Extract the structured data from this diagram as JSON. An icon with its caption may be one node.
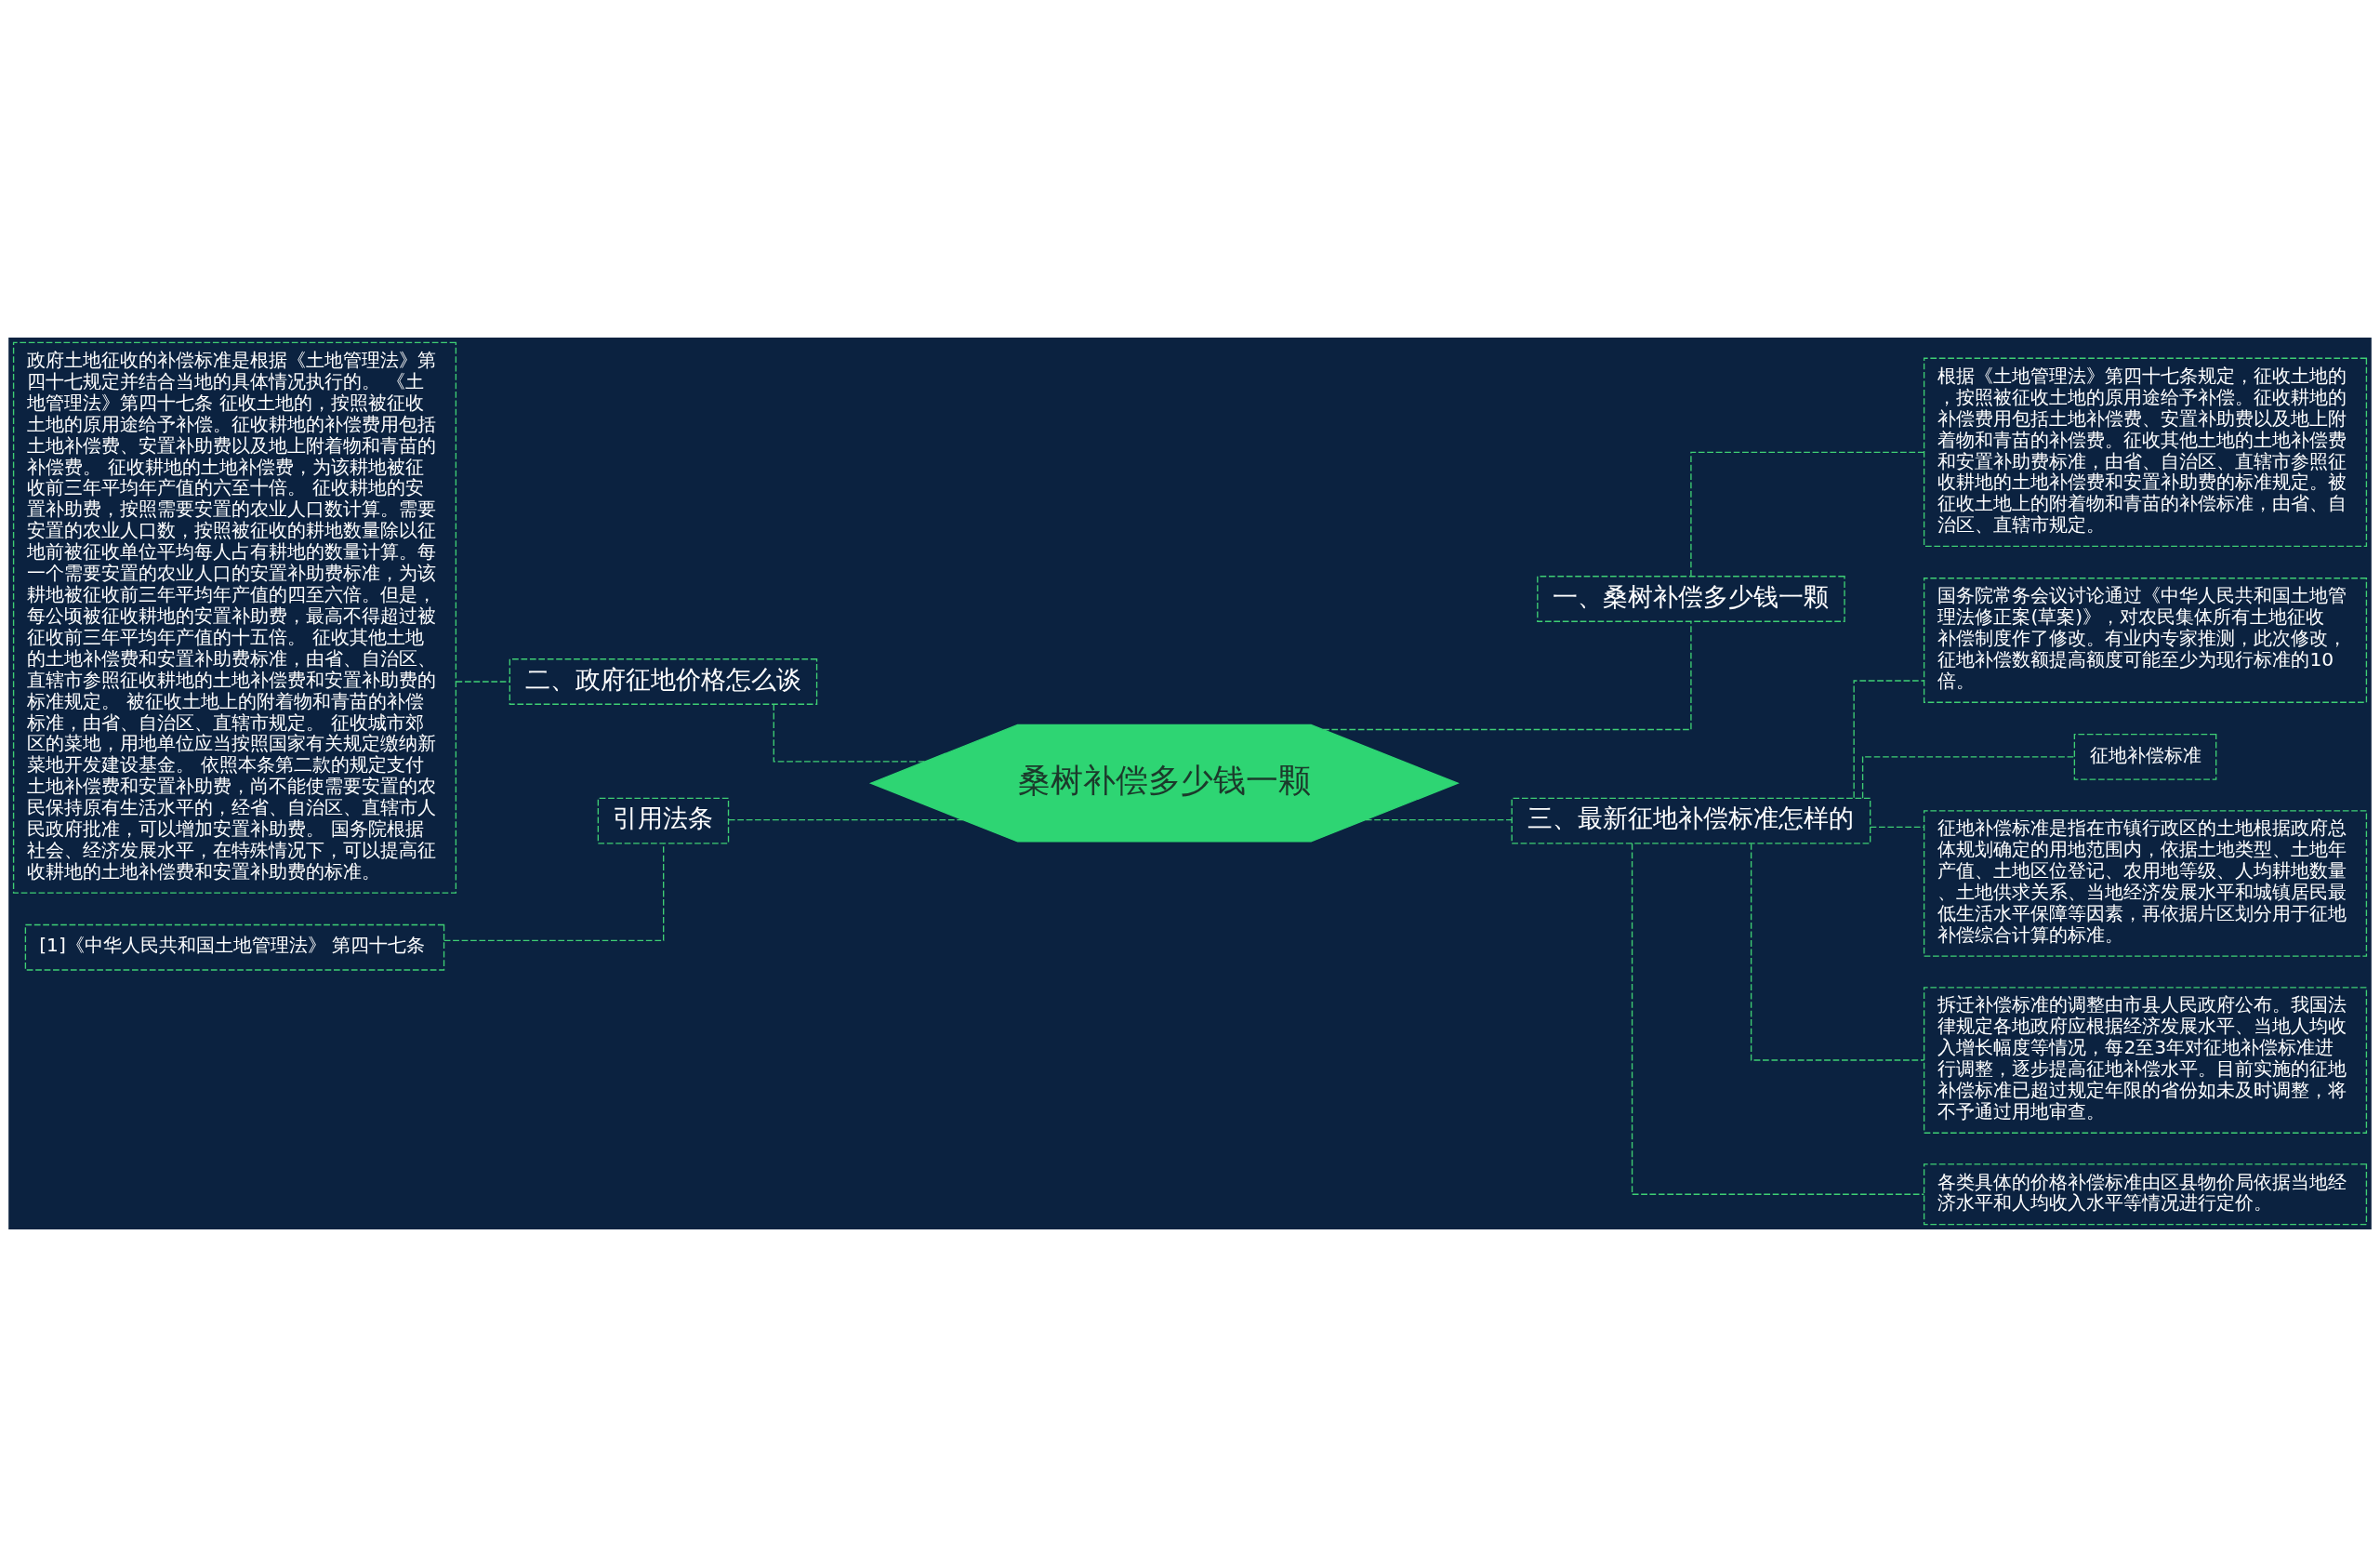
{
  "diagram": {
    "nodes": [
      {
        "text": [
          "桑树补偿多少钱一颗"
        ]
      },
      {
        "text": [
          "一、桑树补偿多少钱一颗"
        ]
      },
      {
        "text": [
          "根据《土地管理法》第四十七条规定，征收土地的，按照被征收土地的原用途给予补偿。征收耕地的补偿费用包括土地补偿费、安置补助费以及地上附着物和青苗的补偿费。征收其他土地的土地补偿费和安置补助费标准，由省、自治区、直辖市参照征收耕地的土地补偿费和安置补助费的标准规定。被征收土地上的附着物和青苗的补偿标准，由省、自治区、直辖市规定。"
        ]
      },
      {
        "text": [
          "二、政府征地价格怎么谈"
        ]
      },
      {
        "text": [
          "政府土地征收的补偿标准是根据《土地管理法》第四十七规定并结合当地的具体情况执行的。 《土地管理法》第四十七条 征收土地的，按照被征收土地的原用途给予补偿。征收耕地的补偿费用包括土地补偿费、安置补助费以及地上附着物和青苗的补偿费。 征收耕地的土地补偿费，为该耕地被征收前三年平均年产值的六至十倍。 征收耕地的安置补助费，按照需要安置的农业人口数计算。需要安置的农业人口数，按照被征收的耕地数量除以征地前被征收单位平均每人占有耕地的数量计算。每一个需要安置的农业人口的安置补助费标准，为该耕地被征收前三年平均年产值的四至六倍。但是，每公顷被征收耕地的安置补助费，最高不得超过被征收前三年平均年产值的十五倍。 征收其他土地的土地补偿费和安置补助费标准，由省、自治区、直辖市参照征收耕地的土地补偿费和安置补助费的标准规定。 被征收土地上的附着物和青苗的补偿标准，由省、自治区、直辖市规定。 征收城市郊区的菜地，用地单位应当按照国家有关规定缴纳新菜地开发建设基金。 依照本条第二款的规定支付土地补偿费和安置补助费，尚不能使需要安置的农民保持原有生活水平的，经省、自治区、直辖市人民政府批准，可以增加安置补助费。 国务院根据社会、经济发展水平，在特殊情况下，可以提高征收耕地的土地补偿费和安置补助费的标准。"
        ]
      },
      {
        "text": [
          "引用法条"
        ]
      },
      {
        "text": [
          "[1]《中华人民共和国土地管理法》 第四十七条"
        ]
      },
      {
        "text": [
          "三、最新征地补偿标准怎样的"
        ]
      },
      {
        "text": [
          "国务院常务会议讨论通过《中华人民共和国土地管理法修正案(草案)》，对农民集体所有土地征收补偿制度作了修改。有业内专家推测，此次修改，征地补偿数额提高额度可能至少为现行标准的10倍。"
        ]
      },
      {
        "text": [
          "征地补偿标准"
        ]
      },
      {
        "text": [
          "征地补偿标准是指在市镇行政区的土地根据政府总体规划确定的用地范围内，依据土地类型、土地年产值、土地区位登记、农用地等级、人均耕地数量、土地供求关系、当地经济发展水平和城镇居民最低生活水平保障等因素，再依据片区划分用于征地补偿综合计算的标准。"
        ]
      },
      {
        "text": [
          "拆迁补偿标准的调整由市县人民政府公布。我国法律规定各地政府应根据经济发展水平、当地人均收入增长幅度等情况，每2至3年对征地补偿标准进行调整，逐步提高征地补偿水平。目前实施的征地补偿标准已超过规定年限的省份如未及时调整，将不予通过用地审查。"
        ]
      },
      {
        "text": [
          "各类具体的价格补偿标准由区县物价局依据当地经济水平和人均收入水平等情况进行定价。"
        ]
      }
    ],
    "edges": [
      {
        "from": 0,
        "to": 1,
        "arrow": "none",
        "style": "dashed"
      },
      {
        "from": 1,
        "to": 2,
        "arrow": "none",
        "style": "dashed"
      },
      {
        "from": 0,
        "to": 3,
        "arrow": "none",
        "style": "dashed"
      },
      {
        "from": 3,
        "to": 4,
        "arrow": "none",
        "style": "dashed"
      },
      {
        "from": 0,
        "to": 5,
        "arrow": "none",
        "style": "dashed"
      },
      {
        "from": 5,
        "to": 6,
        "arrow": "none",
        "style": "dashed"
      },
      {
        "from": 0,
        "to": 7,
        "arrow": "none",
        "style": "dashed"
      },
      {
        "from": 7,
        "to": 8,
        "arrow": "none",
        "style": "dashed"
      },
      {
        "from": 7,
        "to": 9,
        "arrow": "none",
        "style": "dashed"
      },
      {
        "from": 7,
        "to": 10,
        "arrow": "none",
        "style": "dashed"
      },
      {
        "from": 7,
        "to": 11,
        "arrow": "none",
        "style": "dashed"
      },
      {
        "from": 7,
        "to": 12,
        "arrow": "none",
        "style": "dashed"
      }
    ]
  }
}
